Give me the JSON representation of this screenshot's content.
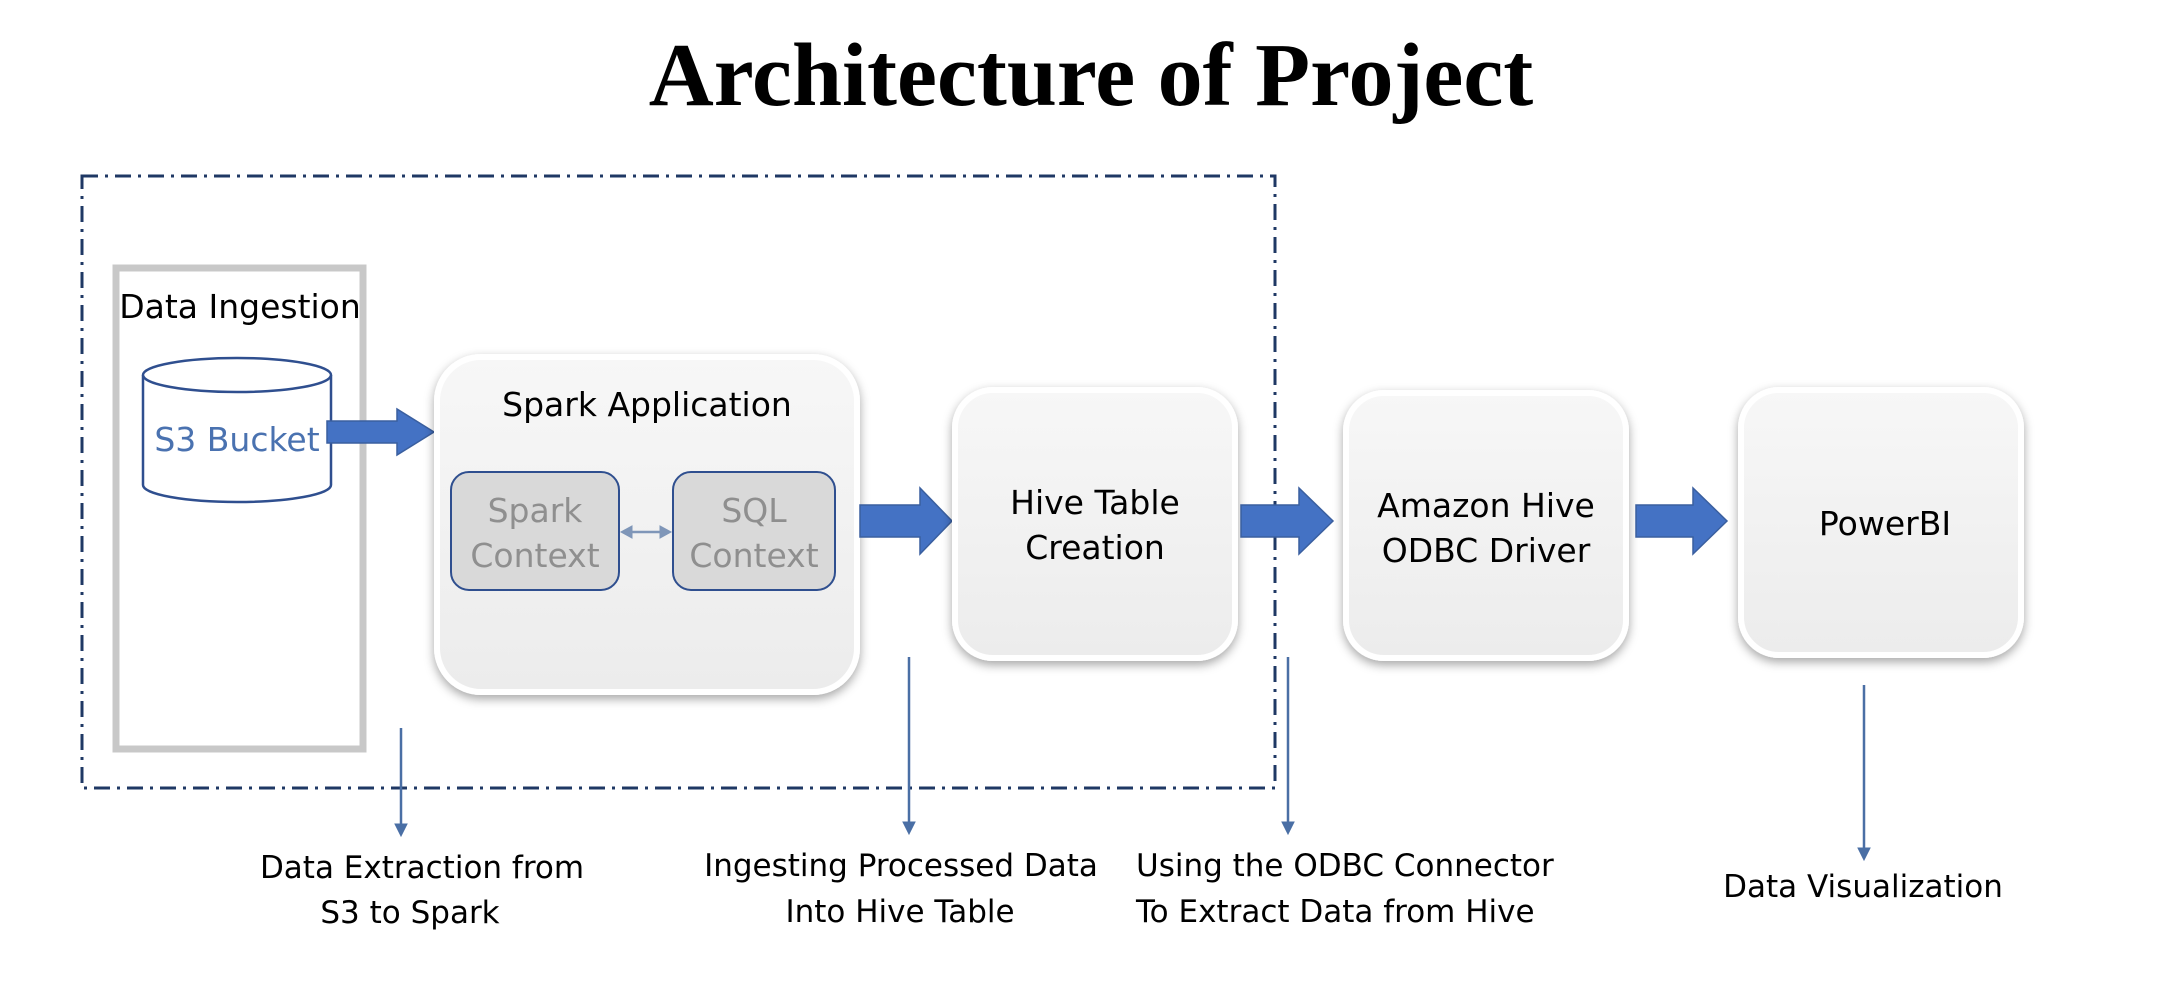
{
  "title": "Architecture of Project",
  "colors": {
    "arrow_fill": "#4472c4",
    "arrow_stroke": "#3a5f9f",
    "line_blue": "#4a6fa5",
    "cylinder_text": "#4a72b0",
    "box_fill": "#f3f3f3",
    "inner_box_fill": "#d9d9d9",
    "dash_border": "#1f3864"
  },
  "data_ingestion": {
    "label": "Data Ingestion",
    "cylinder_label": "S3 Bucket"
  },
  "spark_application": {
    "label": "Spark Application",
    "spark_context": [
      "Spark",
      "Context"
    ],
    "sql_context": [
      "SQL",
      "Context"
    ]
  },
  "hive_table": [
    "Hive Table",
    "Creation"
  ],
  "odbc_driver": [
    "Amazon Hive",
    "ODBC Driver"
  ],
  "powerbi": "PowerBI",
  "captions": {
    "extraction": [
      "Data Extraction from",
      "S3 to Spark"
    ],
    "ingesting": [
      "Ingesting Processed Data",
      "Into Hive Table"
    ],
    "odbc": [
      "Using the ODBC Connector",
      "To Extract Data from Hive"
    ],
    "visualization": "Data Visualization"
  }
}
